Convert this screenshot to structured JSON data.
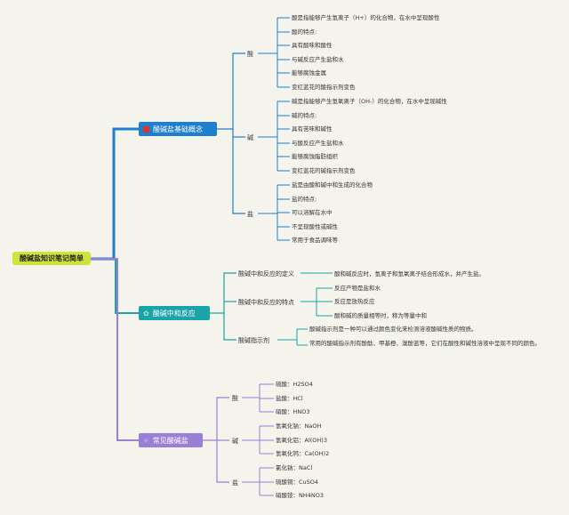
{
  "root": "酸碱盐知识笔记简单",
  "colors": {
    "blue": "#1e7fcf",
    "teal": "#1aa3a8",
    "purple": "#9a7fd6",
    "root": "#cfe43a"
  },
  "branches": [
    {
      "title": "酸碱盐基础概念",
      "icon": "red-square-icon",
      "groups": [
        {
          "label": "酸",
          "items": [
            "酸是指能够产生氢离子（H+）的化合物，在水中呈现酸性",
            "酸的特点:",
            "具有酸味和酸性",
            "与碱反应产生盐和水",
            "能够腐蚀金属",
            "变红蓝花的酸指示剂变色"
          ]
        },
        {
          "label": "碱",
          "items": [
            "碱是指能够产生氢氧离子（OH-）的化合物，在水中呈现碱性",
            "碱的特点:",
            "具有苦味和碱性",
            "与酸反应产生盐和水",
            "能够腐蚀脂肪组织",
            "变红蓝花的碱指示剂变色"
          ]
        },
        {
          "label": "盐",
          "items": [
            "盐是由酸和碱中和生成的化合物",
            "盐的特点:",
            "可以溶解在水中",
            "不呈现酸性或碱性",
            "常用于食品调味等"
          ]
        }
      ]
    },
    {
      "title": "酸碱中和反应",
      "icon": "flower-icon",
      "groups": [
        {
          "label": "酸碱中和反应的定义",
          "items": [
            "酸和碱反应时，氢离子和氢氧离子结合形成水，并产生盐。"
          ]
        },
        {
          "label": "酸碱中和反应的特点",
          "items": [
            "反应产物是盐和水",
            "反应是放热反应",
            "酸和碱的质量相等时，称为等量中和"
          ]
        },
        {
          "label": "酸碱指示剂",
          "items": [
            "酸碱指示剂是一种可以通过颜色变化来检测溶液酸碱性质的物质。",
            "常用的酸碱指示剂有酚酞、甲基橙、溴酚蓝等，它们在酸性和碱性溶液中呈现不同的颜色。"
          ]
        }
      ]
    },
    {
      "title": "常见酸碱盐",
      "icon": "sparkle-icon",
      "groups": [
        {
          "label": "酸",
          "items": [
            "硫酸：H2SO4",
            "盐酸：HCl",
            "硝酸：HNO3"
          ]
        },
        {
          "label": "碱",
          "items": [
            "氢氧化钠：NaOH",
            "氢氧化铝：Al(OH)3",
            "氢氧化钙：Ca(OH)2"
          ]
        },
        {
          "label": "盐",
          "items": [
            "氯化钠：NaCl",
            "硫酸铜：CuSO4",
            "硝酸铵：NH4NO3"
          ]
        }
      ]
    }
  ]
}
